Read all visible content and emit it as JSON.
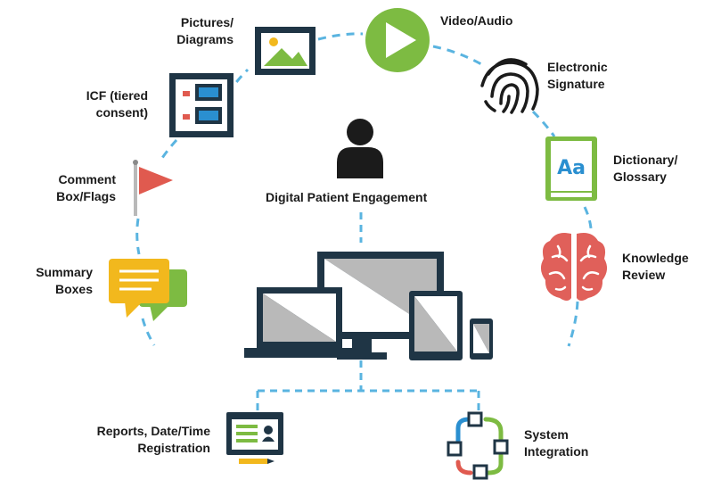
{
  "diagram": {
    "center_label": "Digital Patient Engagement",
    "features": [
      {
        "id": "pictures",
        "lines": [
          "Pictures/",
          "Diagrams"
        ],
        "icon": "picture-icon"
      },
      {
        "id": "video",
        "lines": [
          "Video/Audio"
        ],
        "icon": "play-icon"
      },
      {
        "id": "signature",
        "lines": [
          "Electronic",
          "Signature"
        ],
        "icon": "fingerprint-icon"
      },
      {
        "id": "dictionary",
        "lines": [
          "Dictionary/",
          "Glossary"
        ],
        "icon": "book-icon"
      },
      {
        "id": "knowledge",
        "lines": [
          "Knowledge",
          "Review"
        ],
        "icon": "brain-icon"
      },
      {
        "id": "icf",
        "lines": [
          "ICF (tiered",
          "consent)"
        ],
        "icon": "checklist-icon"
      },
      {
        "id": "comment",
        "lines": [
          "Comment",
          "Box/Flags"
        ],
        "icon": "flag-icon"
      },
      {
        "id": "summary",
        "lines": [
          "Summary",
          "Boxes"
        ],
        "icon": "chat-bubbles-icon"
      },
      {
        "id": "reports",
        "lines": [
          "Reports, Date/Time",
          "Registration"
        ],
        "icon": "report-icon"
      },
      {
        "id": "integration",
        "lines": [
          "System",
          "Integration"
        ],
        "icon": "integration-icon"
      }
    ],
    "colors": {
      "navy": "#1f3545",
      "blue": "#2a8fd0",
      "dash": "#5ab4e0",
      "green": "#7dbb42",
      "red": "#e05a4f",
      "yellow": "#f2b81d",
      "orange": "#f08a2c",
      "brain": "#e0605a",
      "gray": "#b9b9b9"
    }
  }
}
